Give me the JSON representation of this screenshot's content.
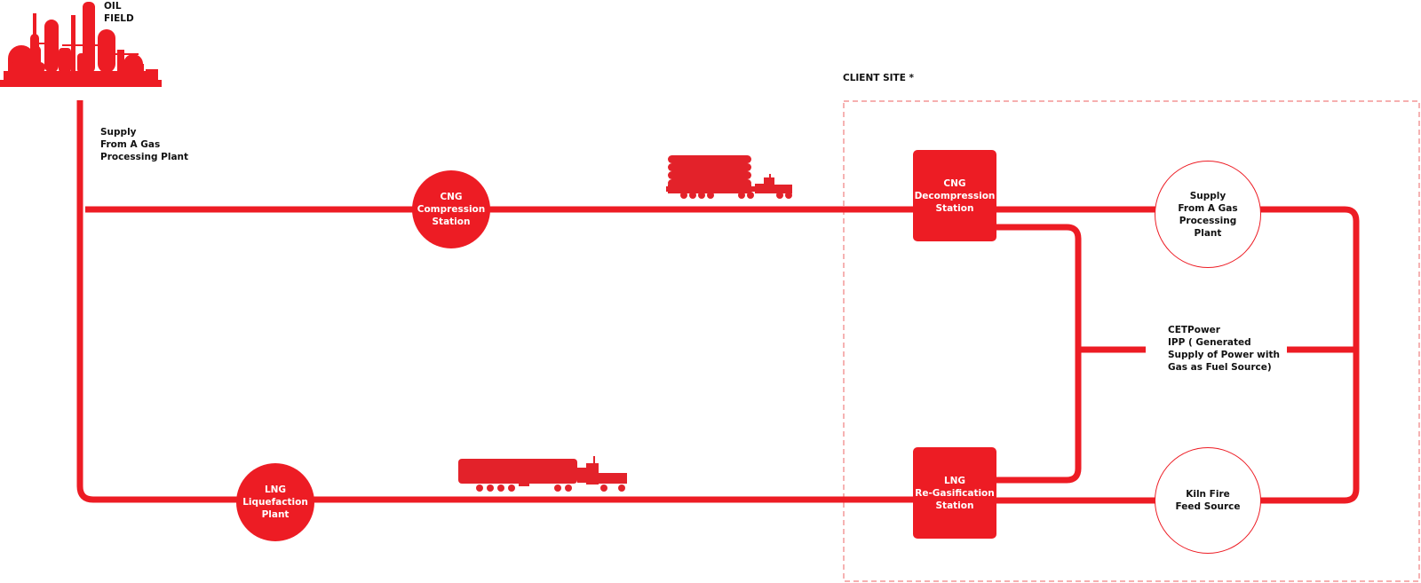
{
  "colors": {
    "pipe": "#ed1c24",
    "site_border": "#f08080",
    "text": "#111111",
    "on_red_text": "#ffffff"
  },
  "source": {
    "icon": "oil-refinery-icon",
    "label": "OIL\nFIELD",
    "supply_label": "Supply\nFrom A Gas\nProcessing Plant"
  },
  "client_site": {
    "label": "CLIENT SITE *"
  },
  "nodes": {
    "cng_compression": {
      "label": "CNG\nCompression\nStation"
    },
    "lng_liquefaction": {
      "label": "LNG\nLiquefaction\nPlant"
    },
    "cng_decompression": {
      "label": "CNG\nDecompression\nStation"
    },
    "lng_regasification": {
      "label": "LNG\nRe-Gasification\nStation"
    },
    "supply_gas_plant": {
      "label": "Supply\nFrom A Gas\nProcessing\nPlant"
    },
    "kiln_fire": {
      "label": "Kiln Fire\nFeed Source"
    },
    "cetpower_ipp": {
      "label": "CETPower\nIPP ( Generated\nSupply of Power with\nGas as Fuel Source)"
    }
  },
  "vehicles": {
    "cng_truck": {
      "icon": "cng-tube-trailer-truck-icon"
    },
    "lng_truck": {
      "icon": "lng-tanker-truck-icon"
    }
  }
}
